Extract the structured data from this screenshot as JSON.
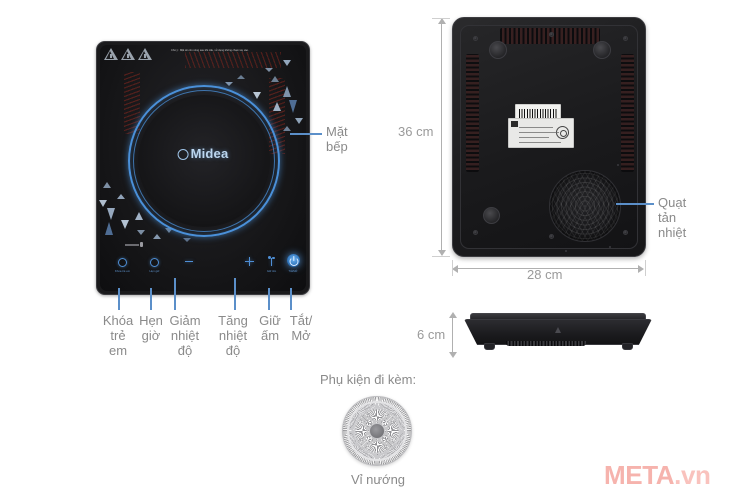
{
  "meta": {
    "watermark_primary": "META",
    "watermark_secondary": ".vn"
  },
  "cooktop": {
    "brand": "Midea",
    "warning_text": "Chú ý : Mặt sẽ còn nóng sau khi nấu, xử dụng không chạm tay vào.",
    "controls": [
      {
        "id": "child-lock",
        "panel_caption": "Khóa trẻ em",
        "label": "Khóa\ntrẻ\nem",
        "icon": "lock-icon"
      },
      {
        "id": "timer",
        "panel_caption": "Hẹn giờ",
        "label": "Hẹn\ngiờ",
        "icon": "clock-icon"
      },
      {
        "id": "temp-down",
        "panel_caption": "Giảm",
        "label": "Giảm\nnhiệt\nđộ",
        "icon": "minus-icon"
      },
      {
        "id": "temp-up",
        "panel_caption": "Tăng",
        "label": "Tăng\nnhiệt\nđộ",
        "icon": "plus-icon"
      },
      {
        "id": "keep-warm",
        "panel_caption": "Giữ ấm",
        "label": "Giữ\nấm",
        "icon": "warm-icon"
      },
      {
        "id": "power",
        "panel_caption": "Tắt/Mở",
        "label": "Tắt/\nMở",
        "icon": "power-icon"
      }
    ],
    "callout": "Mặt\nbếp"
  },
  "bottom_view": {
    "callout": "Quạt\ntản\nnhiệt",
    "dimension_height": "36 cm",
    "dimension_width": "28 cm"
  },
  "side_view": {
    "dimension_height": "6 cm"
  },
  "accessory": {
    "heading": "Phụ kiện đi kèm:",
    "name": "Vỉ nướng"
  },
  "colors": {
    "ring_blue": "#4a90d9",
    "leader_blue": "#5b8fc9",
    "label_gray": "#8a8a8a",
    "watermark_pink": "#f6b3ad",
    "body_black": "#1a1a1c"
  }
}
